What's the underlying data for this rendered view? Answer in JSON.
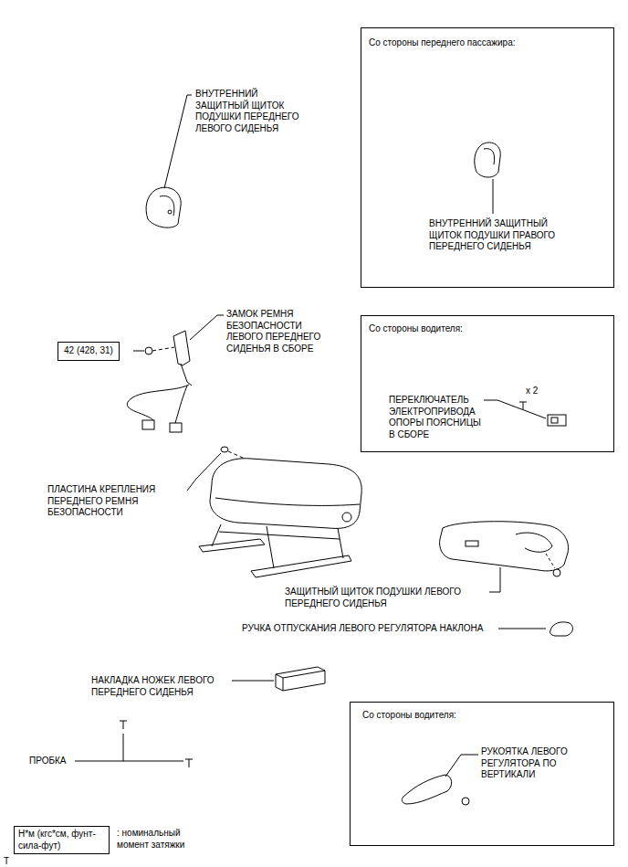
{
  "diagram": {
    "nodes": [
      {
        "text": [
          "Со стороны переднего пассажира:",
          "ВНУТРЕННИЙ ЗАЩИТНЫЙ ЩИТОК ПОДУШКИ ПРАВОГО ПЕРЕДНЕГО СИДЕНЬЯ"
        ]
      },
      {
        "text": [
          "Со стороны водителя:",
          "ПЕРЕКЛЮЧАТЕЛЬ ЭЛЕКТРОПРИВОДА ОПОРЫ ПОЯСНИЦЫ В СБОРЕ",
          "x 2"
        ]
      },
      {
        "text": [
          "42 (428, 31)"
        ]
      },
      {
        "text": [
          "Со стороны водителя:",
          "РУКОЯТКА ЛЕВОГО РЕГУЛЯТОРА ПО ВЕРТИКАЛИ"
        ]
      },
      {
        "text": [
          "Н*м (кгс*см, фунт-сила-фут)",
          ": номинальный момент затяжки"
        ]
      }
    ],
    "labels": [
      "ВНУТРЕННИЙ ЗАЩИТНЫЙ ЩИТОК ПОДУШКИ ПЕРЕДНЕГО ЛЕВОГО СИДЕНЬЯ",
      "ЗАМОК РЕМНЯ БЕЗОПАСНОСТИ ЛЕВОГО ПЕРЕДНЕГО СИДЕНЬЯ В СБОРЕ",
      "ПЛАСТИНА КРЕПЛЕНИЯ ПЕРЕДНЕГО РЕМНЯ БЕЗОПАСНОСТИ",
      "ЗАЩИТНЫЙ ЩИТОК ПОДУШКИ ЛЕВОГО ПЕРЕДНЕГО СИДЕНЬЯ",
      "РУЧКА ОТПУСКАНИЯ ЛЕВОГО РЕГУЛЯТОРА НАКЛОНА",
      "НАКЛАДКА НОЖЕК ЛЕВОГО ПЕРЕДНЕГО СИДЕНЬЯ",
      "ПРОБКА",
      "T"
    ]
  }
}
